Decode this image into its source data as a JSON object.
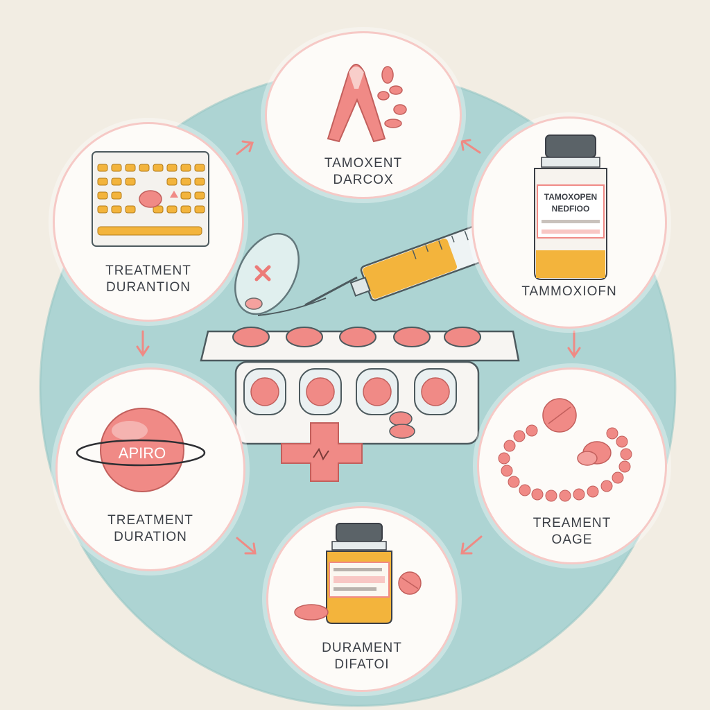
{
  "colors": {
    "background": "#f2ede3",
    "disc": "#a9d3d2",
    "node_fill": "#fdfbf8",
    "node_border": "#f6c9c6",
    "pill": "#f08a86",
    "amber": "#f3b43c",
    "arrow": "#ef8a84",
    "text": "#3b3f46"
  },
  "nodes": {
    "top": {
      "line1": "TAMOXENT",
      "line2": "DARCOX",
      "icon": "awareness-ribbon-icon"
    },
    "top_left": {
      "line1": "TREATMENT",
      "line2": "DURANTION",
      "icon": "blister-pack-icon"
    },
    "top_right": {
      "line1": "TAMMOXIOFN",
      "label_line1": "TAMOXOPEN",
      "label_line2": "NEDFIOO",
      "icon": "medicine-bottle-icon"
    },
    "bottom_left": {
      "line1": "TREATMENT",
      "line2": "DURATION",
      "sphere_label": "APIRO",
      "icon": "planet-pill-icon"
    },
    "bottom_right": {
      "line1": "TREAMENT",
      "line2": "OAGE",
      "icon": "pill-chain-icon"
    },
    "bottom": {
      "line1": "DURAMENT",
      "line2": "DIFATOI",
      "icon": "pill-bottle-icon"
    }
  },
  "center": {
    "icon": "syringe-blister-icon"
  }
}
